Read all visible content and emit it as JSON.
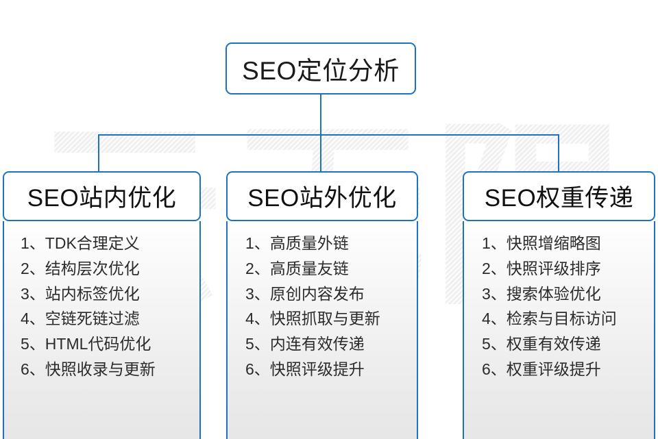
{
  "diagram": {
    "root": {
      "label": "SEO定位分析"
    },
    "branches": [
      {
        "id": "seo-onsite",
        "header": "SEO站内优化",
        "items": [
          {
            "index": "1、",
            "text": "TDK合理定义"
          },
          {
            "index": "2、",
            "text": "结构层次优化"
          },
          {
            "index": "3、",
            "text": "站内标签优化"
          },
          {
            "index": "4、",
            "text": "空链死链过滤"
          },
          {
            "index": "5、",
            "text": "HTML代码优化"
          },
          {
            "index": "6、",
            "text": "快照收录与更新"
          }
        ]
      },
      {
        "id": "seo-offsite",
        "header": "SEO站外优化",
        "items": [
          {
            "index": "1、",
            "text": "高质量外链"
          },
          {
            "index": "2、",
            "text": "高质量友链"
          },
          {
            "index": "3、",
            "text": "原创内容发布"
          },
          {
            "index": "4、",
            "text": "快照抓取与更新"
          },
          {
            "index": "5、",
            "text": "内连有效传递"
          },
          {
            "index": "6、",
            "text": "快照评级提升"
          }
        ]
      },
      {
        "id": "seo-weight",
        "header": "SEO权重传递",
        "items": [
          {
            "index": "1、",
            "text": "快照增缩略图"
          },
          {
            "index": "2、",
            "text": "快照评级排序"
          },
          {
            "index": "3、",
            "text": "搜索体验优化"
          },
          {
            "index": "4、",
            "text": "检索与目标访问"
          },
          {
            "index": "5、",
            "text": "权重有效传递"
          },
          {
            "index": "6、",
            "text": "权重评级提升"
          }
        ]
      }
    ]
  },
  "watermark": {
    "text": "云无限"
  },
  "colors": {
    "line": "#1a72c0",
    "border": "#1a72c0",
    "text": "#1a1a1a",
    "item_text": "#2b2b2b",
    "background": "#ffffff",
    "watermark": "#f0f0f0"
  }
}
